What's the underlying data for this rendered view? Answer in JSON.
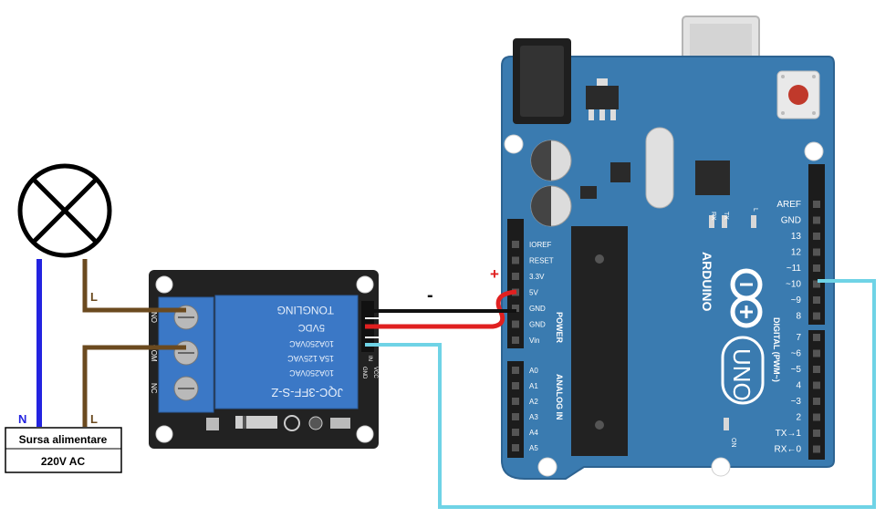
{
  "power_supply": {
    "line1": "Sursa alimentare",
    "line2": "220V AC",
    "neutral_label": "N",
    "line_label": "L"
  },
  "lamp": {
    "wire_label": "L"
  },
  "relay": {
    "model": "JQC-3FF-S-Z",
    "rating1": "10A250VAC",
    "rating2": "15A 125VAC",
    "rating3": "10A250VAC",
    "coil": "5VDC",
    "brand": "TONGLING",
    "term_no": "NO",
    "term_com": "COM",
    "term_nc": "NC",
    "pin_in": "IN",
    "pin_gnd": "GND",
    "pin_vcc": "VCC"
  },
  "markers": {
    "plus": "+",
    "minus": "-"
  },
  "arduino": {
    "brand": "ARDUINO",
    "model": "UNO",
    "power_header_label": "POWER",
    "analog_header_label": "ANALOG IN",
    "digital_header_label": "DIGITAL (PWM~)",
    "power_pins": [
      "IOREF",
      "RESET",
      "3.3V",
      "5V",
      "GND",
      "GND",
      "Vin"
    ],
    "analog_pins": [
      "A0",
      "A1",
      "A2",
      "A3",
      "A4",
      "A5"
    ],
    "digital_top_pins": [
      "AREF",
      "GND",
      "13",
      "12",
      "~11",
      "~10",
      "~9",
      "8"
    ],
    "digital_bottom_pins": [
      "7",
      "~6",
      "~5",
      "4",
      "~3",
      "2",
      "TX→1",
      "RX←0"
    ],
    "led_tx": "TX",
    "led_rx": "RX",
    "led_l": "L",
    "led_on": "ON"
  },
  "colors": {
    "board": "#3a7bb0",
    "relay_blue": "#3b78c6",
    "neutral_wire": "#2323e0",
    "live_wire": "#6b4a1f",
    "signal_wire": "#6fd3e6",
    "plus_wire": "#e02020",
    "minus_wire": "#111111"
  }
}
